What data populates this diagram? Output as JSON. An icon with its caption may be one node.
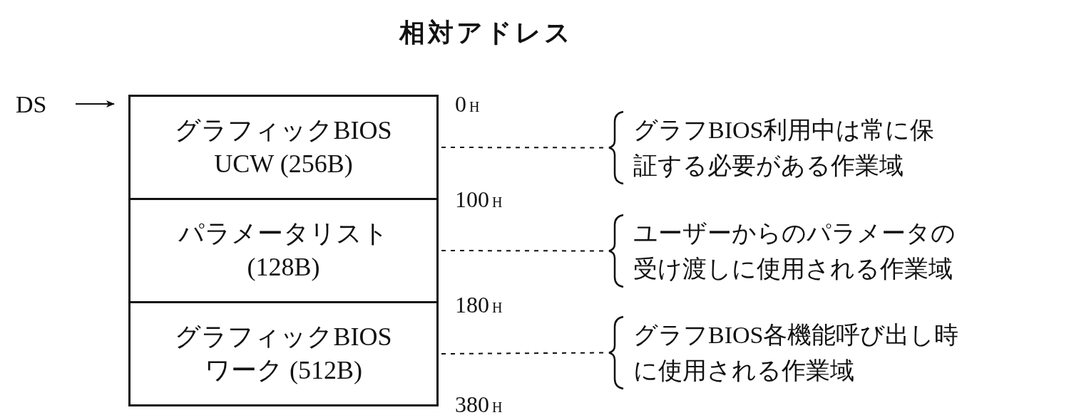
{
  "diagram": {
    "title": "相対アドレス",
    "nodes": [
      {
        "text": [
          "グラフィックBIOS UCW (256B)"
        ]
      },
      {
        "text": [
          "パラメータリスト (128B)"
        ]
      },
      {
        "text": [
          "グラフィックBIOS ワーク (512B)"
        ]
      },
      {
        "text": [
          "DS"
        ]
      },
      {
        "text": [
          "グラフBIOS利用中は常に保証する必要がある作業域"
        ]
      },
      {
        "text": [
          "ユーザーからのパラメータの受け渡しに使用される作業域"
        ]
      },
      {
        "text": [
          "グラフBIOS各機能呼び出し時に使用される作業域"
        ]
      }
    ],
    "edges": [
      {
        "from": 3,
        "to": 0,
        "arrow": "to"
      },
      {
        "from": 0,
        "to": 4,
        "arrow": "none",
        "style": "dashed"
      },
      {
        "from": 1,
        "to": 5,
        "arrow": "none",
        "style": "dashed"
      },
      {
        "from": 2,
        "to": 6,
        "arrow": "none",
        "style": "dashed"
      }
    ],
    "labels": [
      "0$_{H}$",
      "100$_{H}$",
      "180$_{H}$",
      "380$_{H}$"
    ]
  }
}
